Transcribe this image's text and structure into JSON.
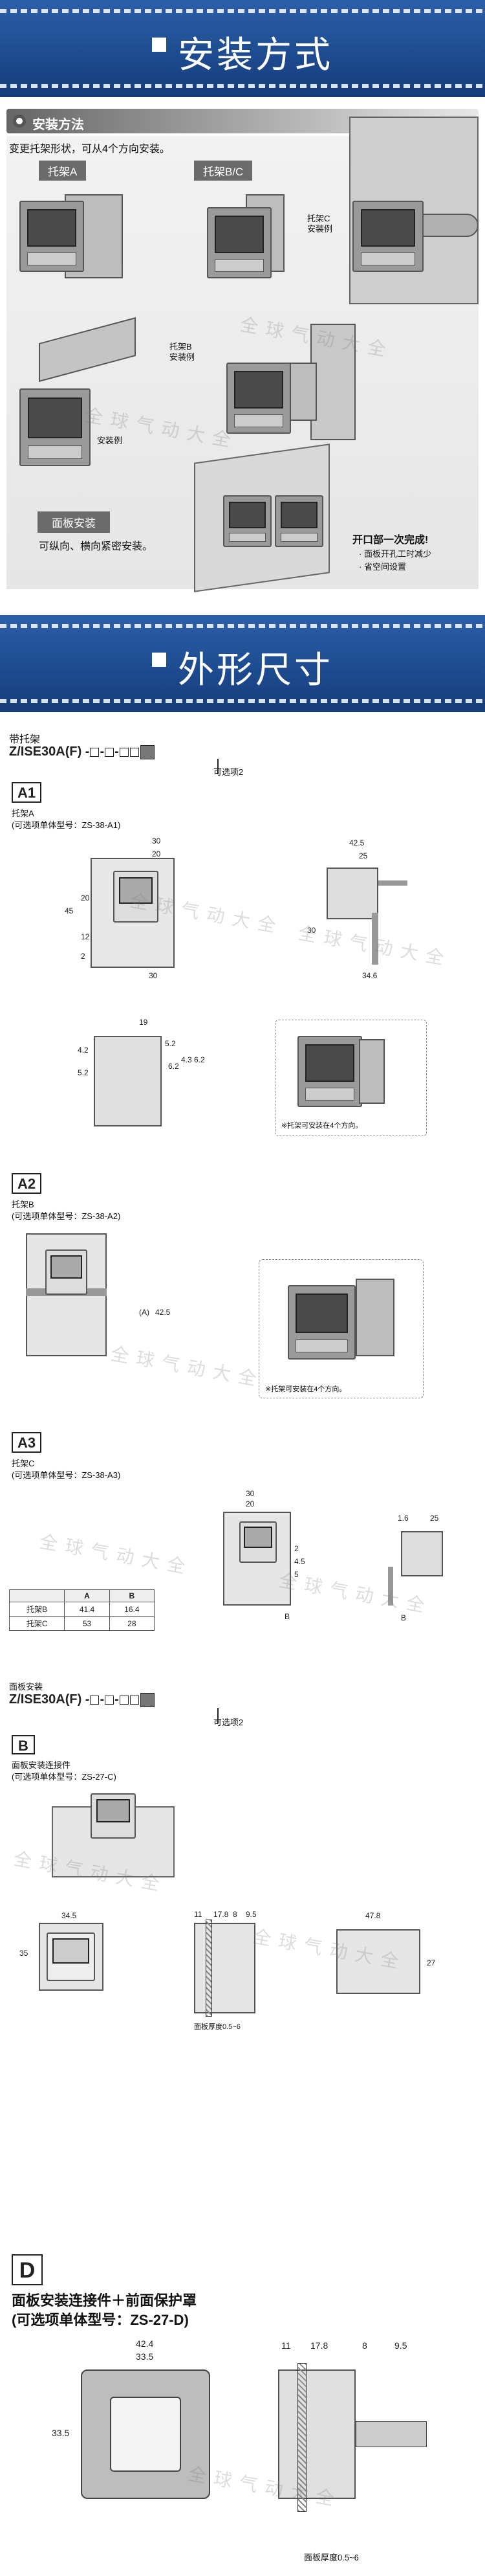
{
  "section1": {
    "title": "安装方式",
    "sub_title": "安装方法",
    "desc": "变更托架形状，可从4个方向安装。",
    "bracket_a_label": "托架A",
    "bracket_bc_label": "托架B/C",
    "bracket_c_example": "托架C\n安装例",
    "bracket_b_example": "托架B\n安装例",
    "mount_example": "安装例",
    "panel_label": "面板安装",
    "panel_desc": "可纵向、横向紧密安装。",
    "opening_title": "开口部一次完成!",
    "opening_items": [
      "· 面板开孔工时减少",
      "· 省空间设置"
    ]
  },
  "section2": {
    "title": "外形尺寸",
    "with_bracket": "带托架",
    "model_code": "Z/ISE30A(F)",
    "optional2": "可选项2",
    "a1": {
      "box": "A1",
      "name": "托架A",
      "model": "(可选项单体型号：ZS-38-A1)",
      "dims": [
        "30",
        "20",
        "45",
        "20",
        "12",
        "2",
        "30",
        "42.5",
        "25",
        "30",
        "34.6",
        "19",
        "5.2",
        "4.2",
        "5.2",
        "6.2",
        "4.3",
        "6.2"
      ],
      "note": "※托架可安装在4个方向。"
    },
    "a2": {
      "box": "A2",
      "name": "托架B",
      "model": "(可选项单体型号：ZS-38-A2)",
      "dims": [
        "(A)",
        "42.5"
      ],
      "note": "※托架可安装在4个方向。"
    },
    "a3": {
      "box": "A3",
      "name": "托架C",
      "model": "(可选项单体型号：ZS-38-A3)",
      "dims": [
        "30",
        "20",
        "2",
        "4.5",
        "5",
        "B",
        "1.6",
        "25",
        "B"
      ],
      "table": {
        "headers": [
          "",
          "A",
          "B"
        ],
        "rows": [
          [
            "托架B",
            "41.4",
            "16.4"
          ],
          [
            "托架C",
            "53",
            "28"
          ]
        ]
      }
    },
    "panel_mount": "面板安装",
    "b": {
      "box": "B",
      "name": "面板安装连接件",
      "model": "(可选项单体型号：ZS-27-C)",
      "dims": [
        "34.5",
        "35",
        "17.8",
        "11",
        "8",
        "9.5",
        "47.8",
        "27"
      ],
      "thickness": "面板厚度0.5~6"
    },
    "d": {
      "box": "D",
      "name": "面板安装连接件＋前面保护罩",
      "model": "(可选项单体型号：ZS-27-D)",
      "dims": [
        "42.4",
        "33.5",
        "33.5",
        "11",
        "17.8",
        "8",
        "9.5"
      ],
      "thickness": "面板厚度0.5~6"
    }
  },
  "watermark": "全球气动大全"
}
